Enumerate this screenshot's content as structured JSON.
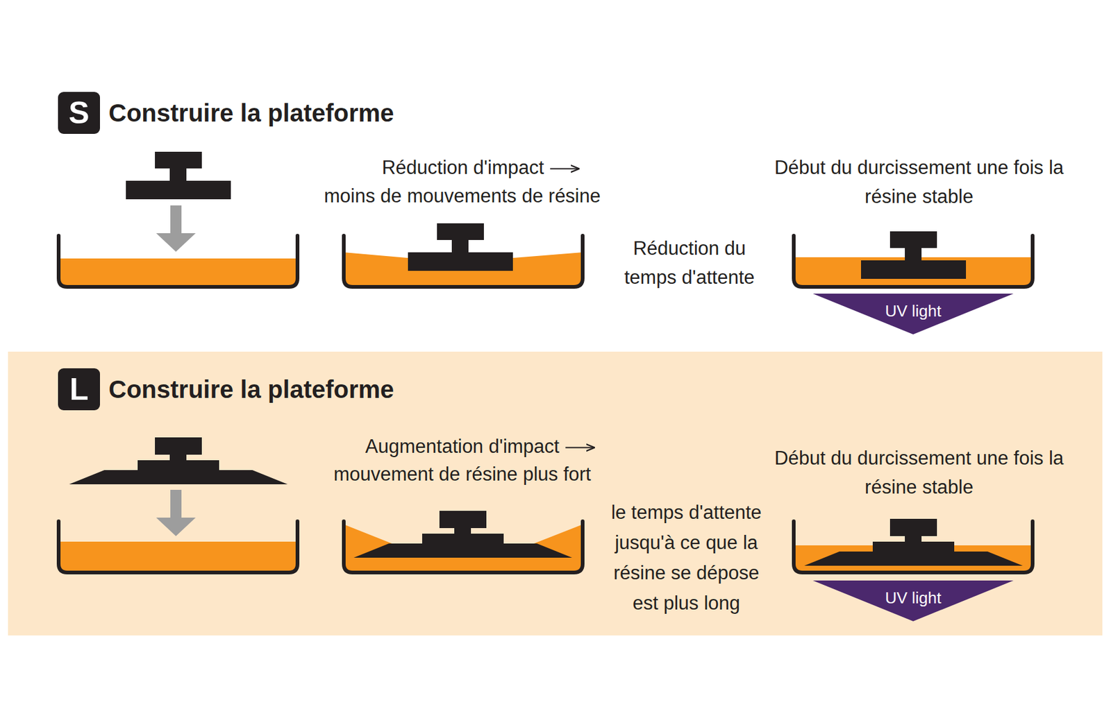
{
  "diagram": {
    "nodes": [
      {
        "text": [
          "S",
          "Construire la plateforme"
        ]
      },
      {
        "text": [
          "UV light"
        ]
      },
      {
        "text": [
          "L",
          "Construire la plateforme"
        ]
      },
      {
        "text": [
          "UV light"
        ]
      }
    ],
    "labels": [
      "Réduction d'impact",
      "moins de mouvements de résine",
      "Début du durcissement une fois la résine stable",
      "Réduction du temps d'attente",
      "Augmentation d'impact",
      "mouvement de résine plus fort",
      "Début du durcissement une fois la résine stable",
      "le temps d'attente jusqu'à ce que la résine se dépose est plus long"
    ]
  }
}
